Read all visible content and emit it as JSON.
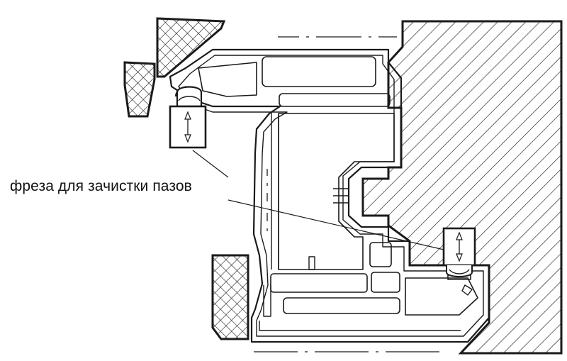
{
  "annotation": {
    "label": "фреза для зачистки пазов"
  },
  "colors": {
    "line": "#1a1a1a",
    "background": "#ffffff"
  },
  "components": [
    "profile-frame",
    "wall-section-hatched",
    "glazing-bead-upper",
    "glazing-bead-small",
    "glazing-bead-lower",
    "cutter-upper",
    "cutter-lower"
  ]
}
